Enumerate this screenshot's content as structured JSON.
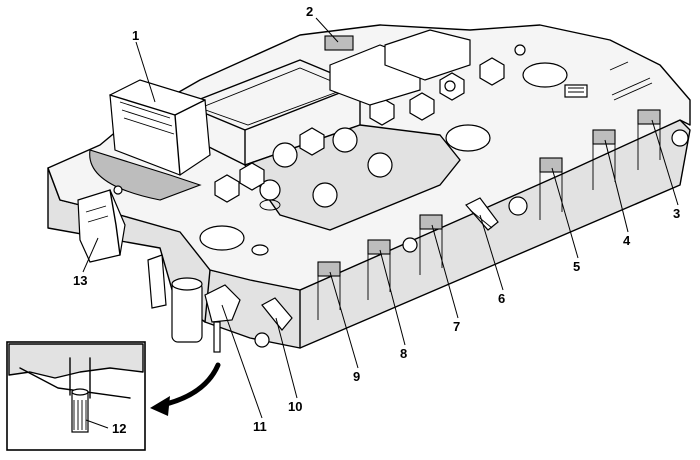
{
  "callouts": [
    {
      "id": "c1",
      "label": "1"
    },
    {
      "id": "c2",
      "label": "2"
    },
    {
      "id": "c3",
      "label": "3"
    },
    {
      "id": "c4",
      "label": "4"
    },
    {
      "id": "c5",
      "label": "5"
    },
    {
      "id": "c6",
      "label": "6"
    },
    {
      "id": "c7",
      "label": "7"
    },
    {
      "id": "c8",
      "label": "8"
    },
    {
      "id": "c9",
      "label": "9"
    },
    {
      "id": "c10",
      "label": "10"
    },
    {
      "id": "c11",
      "label": "11"
    },
    {
      "id": "c12",
      "label": "12"
    },
    {
      "id": "c13",
      "label": "13"
    }
  ],
  "colors": {
    "line": "#000000",
    "fill_light": "#f5f5f5",
    "fill_mid": "#e2e2e2",
    "fill_dark": "#bdbdbd",
    "background": "#ffffff"
  }
}
